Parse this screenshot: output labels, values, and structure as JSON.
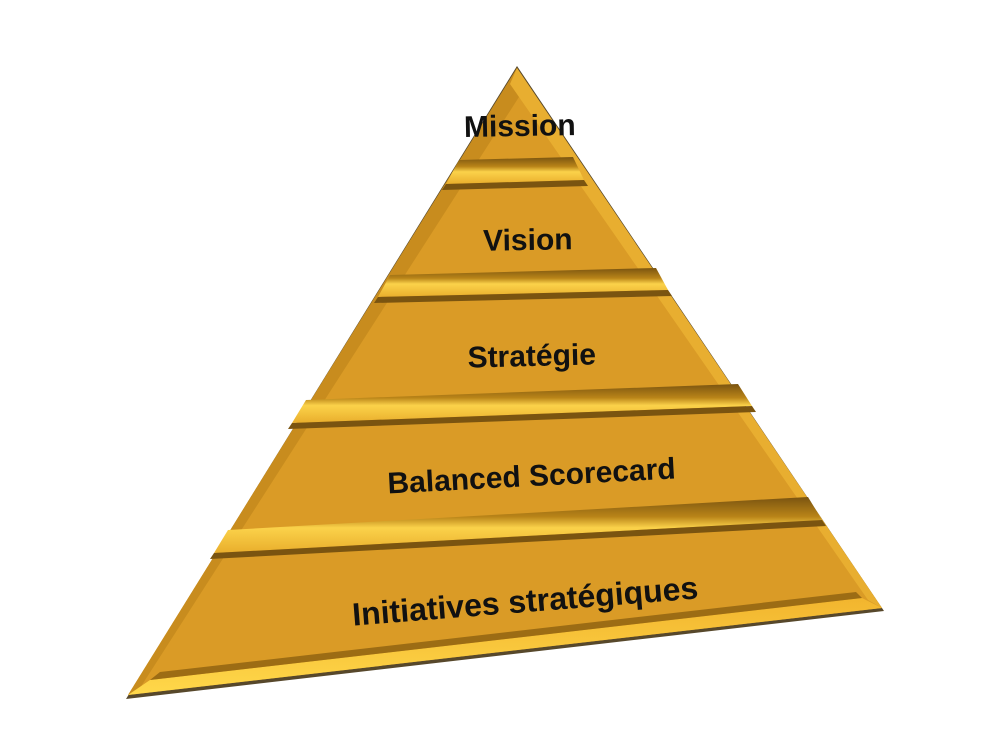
{
  "diagram": {
    "type": "pyramid",
    "colors": {
      "fill": "#DA9B26",
      "highlight": "#F7C63A",
      "shadow": "#7A5410",
      "edge": "#5A3E0A",
      "text": "#111111"
    },
    "levels": [
      {
        "label": "Mission"
      },
      {
        "label": "Vision"
      },
      {
        "label": "Stratégie"
      },
      {
        "label": "Balanced Scorecard"
      },
      {
        "label": "Initiatives stratégiques"
      }
    ]
  }
}
